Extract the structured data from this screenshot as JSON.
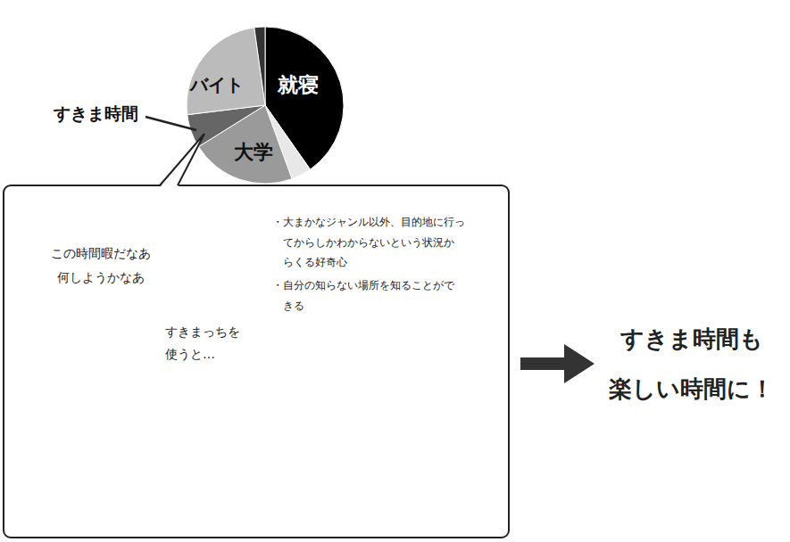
{
  "diagram": {
    "nodes": [
      {
        "text": [
          "この時間暇だなあ 何しようかなあ",
          "すきまっちを 使うと…",
          "・大まかなジャンル以外、目的地に行っ てからしかわからないという状況か らくる好奇心",
          "・自分の知らない場所を知ることがで きる"
        ]
      },
      {
        "text": [
          "すきま時間も 楽しい時間に！"
        ]
      }
    ],
    "edges": [
      {
        "from": 0,
        "to": 1,
        "arrow": "to"
      }
    ],
    "labels": [
      "就寝",
      "大学",
      "バイト",
      "すきま時間"
    ]
  }
}
